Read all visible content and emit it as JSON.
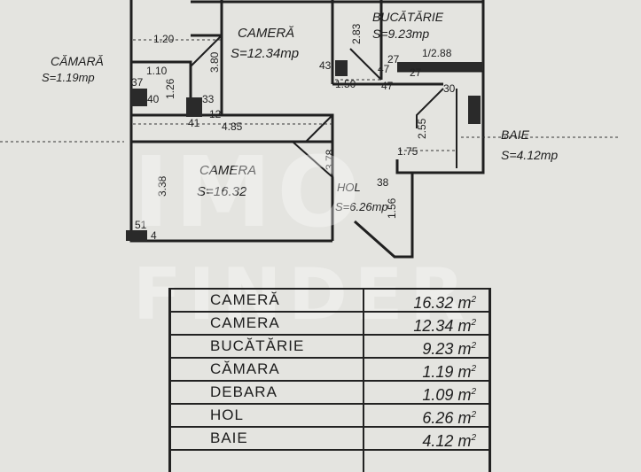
{
  "watermark": "IMO FINDER",
  "rooms": [
    {
      "name": "CAMERĂ",
      "area": "S=12.34mp"
    },
    {
      "name": "BUCĂTĂRIE",
      "area": "S=9.23mp"
    },
    {
      "name": "CĂMARĂ",
      "area": "S=1.19mp"
    },
    {
      "name": "BAIE",
      "area": "S=4.12mp"
    },
    {
      "name": "CAMERA",
      "area": "S=16.32"
    },
    {
      "name": "HOL",
      "area": "S=6.26mp"
    }
  ],
  "dimensions": [
    "1.20",
    "3.80",
    "2.83",
    "1.50",
    "4.85",
    "3.38",
    "3.78",
    "1.56",
    "2.55",
    "1.75",
    "1/2.88",
    "47",
    "47",
    "33",
    "41",
    "12",
    "40",
    "37",
    "30",
    "38",
    "51",
    "4",
    "1.10",
    "1.26",
    "27",
    "27",
    "43"
  ],
  "area_table": {
    "rows": [
      {
        "name": "CAMERĂ",
        "area": "16.32",
        "unit": "m",
        "exp": "2"
      },
      {
        "name": "CAMERA",
        "area": "12.34",
        "unit": "m",
        "exp": "2"
      },
      {
        "name": "BUCĂTĂRIE",
        "area": "9.23",
        "unit": "m",
        "exp": "2"
      },
      {
        "name": "CĂMARA",
        "area": "1.19",
        "unit": "m",
        "exp": "2"
      },
      {
        "name": "DEBARA",
        "area": "1.09",
        "unit": "m",
        "exp": "2"
      },
      {
        "name": "HOL",
        "area": "6.26",
        "unit": "m",
        "exp": "2"
      },
      {
        "name": "BAIE",
        "area": "4.12",
        "unit": "m",
        "exp": "2"
      }
    ]
  }
}
